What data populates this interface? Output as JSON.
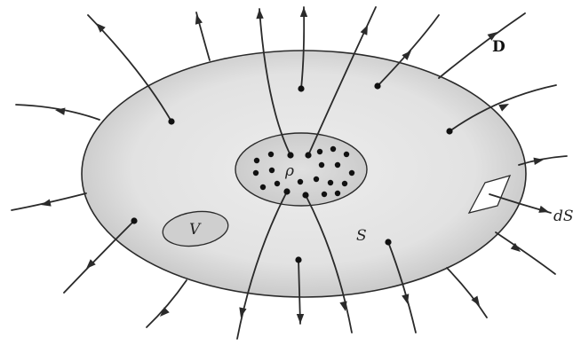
{
  "diagram": {
    "labels": {
      "field": "D",
      "surface": "S",
      "volume": "V",
      "charge_density": "ρ",
      "surface_element": "dS"
    },
    "colors": {
      "stroke": "#2a2a2a",
      "surface_fill_light": "#e2e2e2",
      "surface_fill_dark": "#c4c4c4",
      "charge_region_fill": "#d4d4d4"
    }
  }
}
